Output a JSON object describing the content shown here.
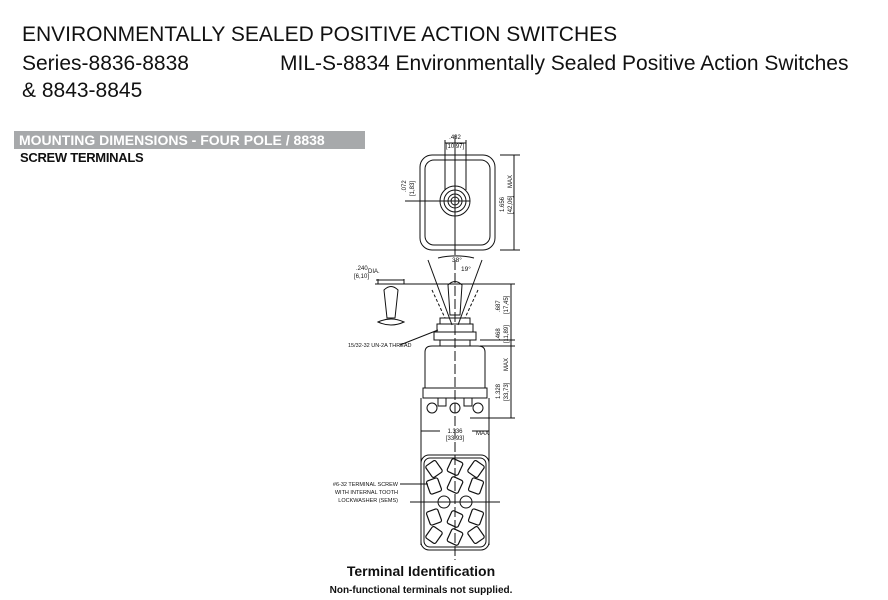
{
  "header": {
    "title": "ENVIRONMENTALLY SEALED POSITIVE ACTION SWITCHES",
    "series_line1": "Series-8836-8838",
    "series_line2": "& 8843-8845",
    "spec": "MIL-S-8834 Environmentally Sealed Positive Action Switches"
  },
  "section": {
    "title": "MOUNTING DIMENSIONS - FOUR POLE / 8838",
    "subtitle": "SCREW TERMINALS"
  },
  "drawing": {
    "dims": {
      "w432": ".432",
      "w432mm": "[10,97]",
      "d072": ".072",
      "d072mm": "[1,83]",
      "h1656": "1.656",
      "h1656mm": "[42,06]",
      "max": "MAX",
      "a38": "38°",
      "a19": "19°",
      "d240": ".240",
      "d240mm": "[6,10]",
      "dia": "DIA.",
      "h687": ".687",
      "h687mm": "[17,45]",
      "h468": ".468",
      "h468mm": "[11,89]",
      "thread": "15/32-32 UN-2A THREAD",
      "h1328": "1.328",
      "h1328mm": "[33,73]",
      "w1336": "1.336",
      "w1336mm": "[33,93]"
    },
    "terminal_note": [
      "#6-32 TERMINAL SCREW",
      "WITH INTERNAL TOOTH",
      "LOCKWASHER (SEMS)"
    ]
  },
  "caption": {
    "title": "Terminal Identification",
    "note": "Non-functional terminals not supplied."
  }
}
